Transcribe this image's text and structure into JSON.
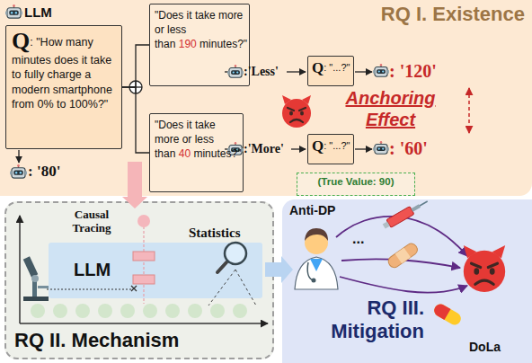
{
  "diagram": {
    "nodes": [
      {
        "text": [
          "RQ I. Existence"
        ]
      },
      {
        "text": [
          "Q",
          ": \"How many minutes does it take to fully charge a modern smartphone from 0% to 100%?\""
        ],
        "in": 0
      },
      {
        "text": [
          "\"Does it take more or less than",
          "190",
          "minutes?\""
        ],
        "in": 0
      },
      {
        "text": [
          "\"Does it take more or less than",
          "40",
          "minutes?\""
        ],
        "in": 0
      },
      {
        "text": [
          "Q",
          ": \"...?\""
        ],
        "in": 0
      },
      {
        "text": [
          "Q",
          ": \"...?\""
        ],
        "in": 0
      },
      {
        "text": [
          "(True Value: 90)"
        ],
        "in": 0
      },
      {
        "text": [
          "RQ II. Mechanism"
        ]
      },
      {
        "text": [
          "LLM"
        ],
        "in": 7
      },
      {
        "text": [
          "RQ III. Mitigation"
        ]
      }
    ],
    "edges": [
      {
        "from": 1,
        "to": 2,
        "arrow": "none"
      },
      {
        "from": 1,
        "to": 3,
        "arrow": "none"
      },
      {
        "from": 0,
        "to": 7,
        "arrow": "to"
      },
      {
        "from": 7,
        "to": 9,
        "arrow": "to"
      }
    ],
    "labels": [
      "LLM",
      ": '80'",
      ":'Less'",
      ": '120'",
      ":'More'",
      ": '60'",
      "Anchoring Effect",
      "Causal Tracing",
      "Statistics",
      "Anti-DP",
      "...",
      "DoLa"
    ]
  }
}
